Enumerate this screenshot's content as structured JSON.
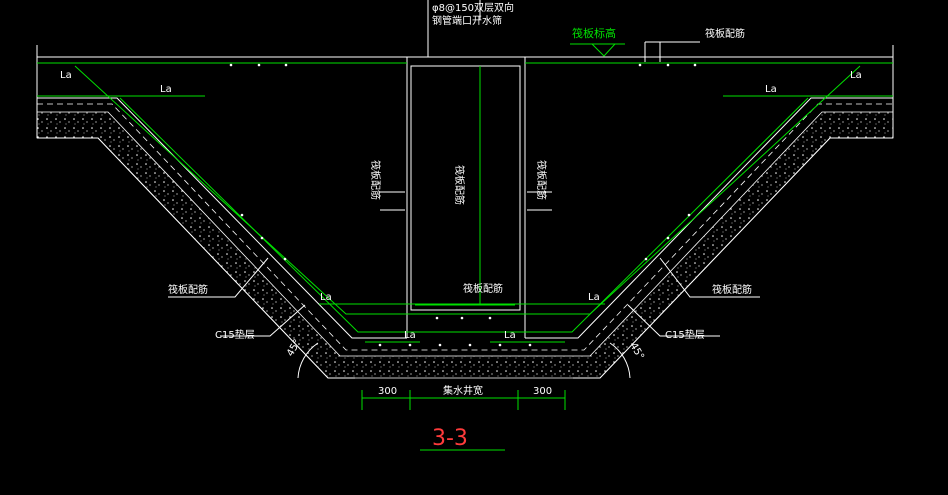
{
  "top_note": {
    "line1": "φ8@150双层双向",
    "line2": "钢管端口开水筛"
  },
  "labels": {
    "la": "La",
    "raft_elevation": "筏板标高",
    "raft_rebar": "筏板配筋",
    "c15": "C15垫层",
    "angle": "45°",
    "pit_width": "集水井宽",
    "dim_left": "300",
    "dim_right": "300",
    "title": "3-3"
  },
  "colors": {
    "background": "#000000",
    "rebar": "#00e000",
    "outline": "#ffffff",
    "title": "#ff3b3b"
  }
}
